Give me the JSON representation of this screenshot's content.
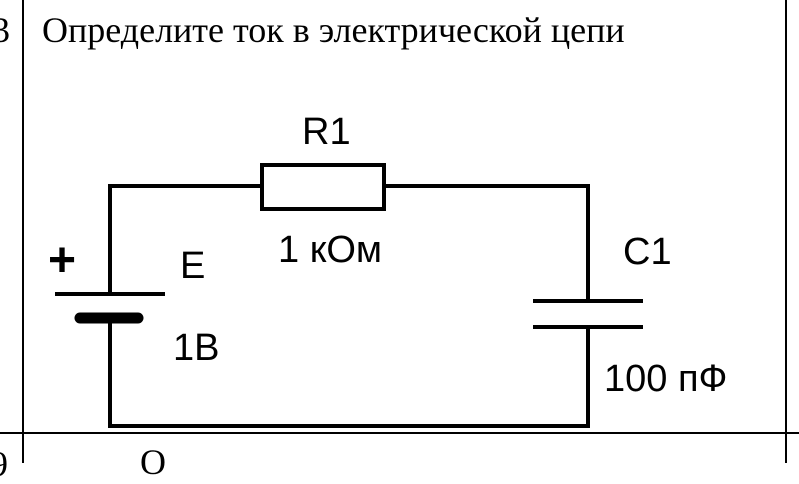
{
  "task": {
    "number_top": "3",
    "number_bottom": "9",
    "question": "Определите ток в электрической цепи",
    "next_question_fragment": "О"
  },
  "circuit": {
    "battery": {
      "polarity": "+",
      "name": "E",
      "voltage": "1В"
    },
    "resistor": {
      "name": "R1",
      "value": "1 кОм"
    },
    "capacitor": {
      "name": "C1",
      "value": "100 пФ"
    },
    "line_color": "#000000"
  }
}
